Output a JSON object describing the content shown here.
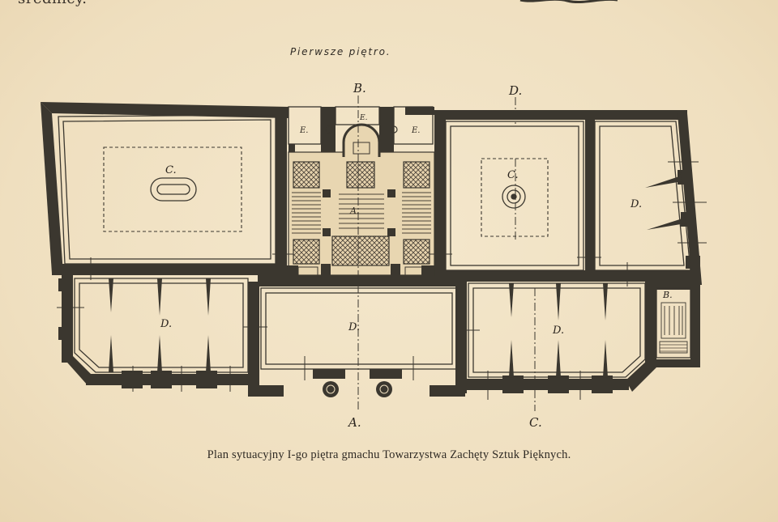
{
  "header_fragment": "średnicy.",
  "plan_title": "Pierwsze piętro.",
  "caption": "Plan sytuacyjny I-go piętra gmachu Towarzystwa Zachęty Sztuk Pięknych.",
  "section_markers": {
    "a_top": "B.",
    "a_bottom": "A.",
    "b_top": "D.",
    "b_bottom": "C."
  },
  "room_labels": {
    "hall_left": "C.",
    "hall_right": "C.",
    "gallery_right": "D.",
    "cabinets_left": "D.",
    "center_bottom": "D.",
    "cabinets_right": "D.",
    "stairs_center": "A.",
    "vestibule_top": "E.",
    "side_left": "E.",
    "side_right": "E.",
    "stair_right": "B."
  },
  "colors": {
    "paper": "#f1e2c4",
    "ink": "#3b372f"
  }
}
